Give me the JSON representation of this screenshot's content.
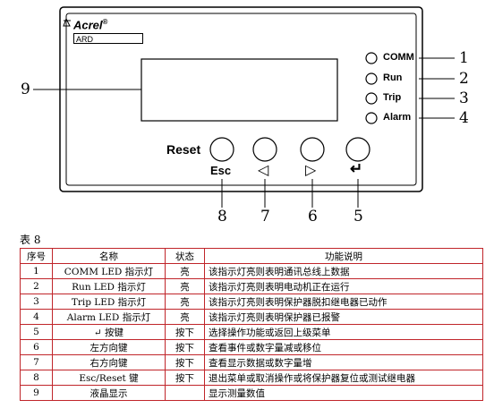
{
  "diagram": {
    "brand": "Acrel",
    "brand_mark": "®",
    "model": "ARD",
    "indicators": [
      "COMM",
      "Run",
      "Trip",
      "Alarm"
    ],
    "callouts": {
      "c1": "1",
      "c2": "2",
      "c3": "3",
      "c4": "4",
      "c5": "5",
      "c6": "6",
      "c7": "7",
      "c8": "8",
      "c9": "9"
    },
    "reset_label": "Reset",
    "esc_label": "Esc",
    "left_glyph": "◁",
    "right_glyph": "▷",
    "enter_glyph": "↵"
  },
  "table": {
    "caption": "表 8",
    "headers": [
      "序号",
      "名称",
      "状态",
      "功能说明"
    ],
    "rows": [
      [
        "1",
        "COMM LED 指示灯",
        "亮",
        "该指示灯亮则表明通讯总线上数据"
      ],
      [
        "2",
        "Run LED 指示灯",
        "亮",
        "该指示灯亮则表明电动机正在运行"
      ],
      [
        "3",
        "Trip LED 指示灯",
        "亮",
        "该指示灯亮则表明保护器脱扣继电器已动作"
      ],
      [
        "4",
        "Alarm LED 指示灯",
        "亮",
        "该指示灯亮则表明保护器已报警"
      ],
      [
        "5",
        "↵ 按键",
        "按下",
        "选择操作功能或返回上级菜单"
      ],
      [
        "6",
        "左方向键",
        "按下",
        "查看事件或数字量减或移位"
      ],
      [
        "7",
        "右方向键",
        "按下",
        "查看显示数据或数字量增"
      ],
      [
        "8",
        "Esc/Reset 键",
        "按下",
        "退出菜单或取消操作或将保护器复位或测试继电器"
      ],
      [
        "9",
        "液晶显示",
        "",
        "显示测量数值"
      ]
    ]
  }
}
